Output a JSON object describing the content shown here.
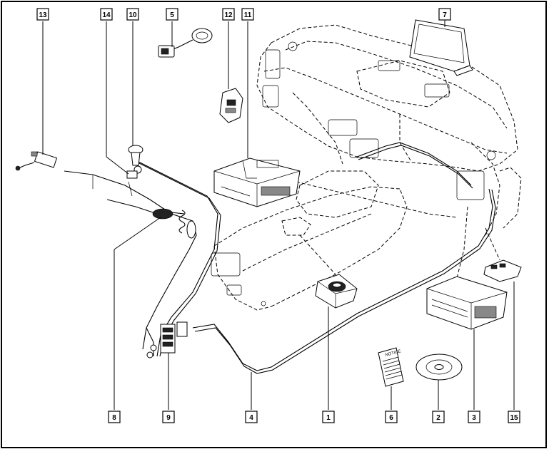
{
  "diagram": {
    "border_color": "#000000",
    "background_color": "#ffffff",
    "callouts": [
      {
        "id": "13",
        "part": "gps-antenna-module"
      },
      {
        "id": "14",
        "part": "harness-connector"
      },
      {
        "id": "10",
        "part": "microphone"
      },
      {
        "id": "5",
        "part": "speaker-with-plug"
      },
      {
        "id": "12",
        "part": "control-switch"
      },
      {
        "id": "11",
        "part": "navigation-computer"
      },
      {
        "id": "7",
        "part": "display-screen"
      },
      {
        "id": "8",
        "part": "wiring-harness"
      },
      {
        "id": "9",
        "part": "connector-block"
      },
      {
        "id": "4",
        "part": "antenna-cable"
      },
      {
        "id": "1",
        "part": "joystick-controller"
      },
      {
        "id": "6",
        "part": "user-manual"
      },
      {
        "id": "2",
        "part": "map-disc"
      },
      {
        "id": "3",
        "part": "cd-player-unit"
      },
      {
        "id": "15",
        "part": "interface-module"
      }
    ],
    "manual_cover_text": "NOTICE"
  }
}
